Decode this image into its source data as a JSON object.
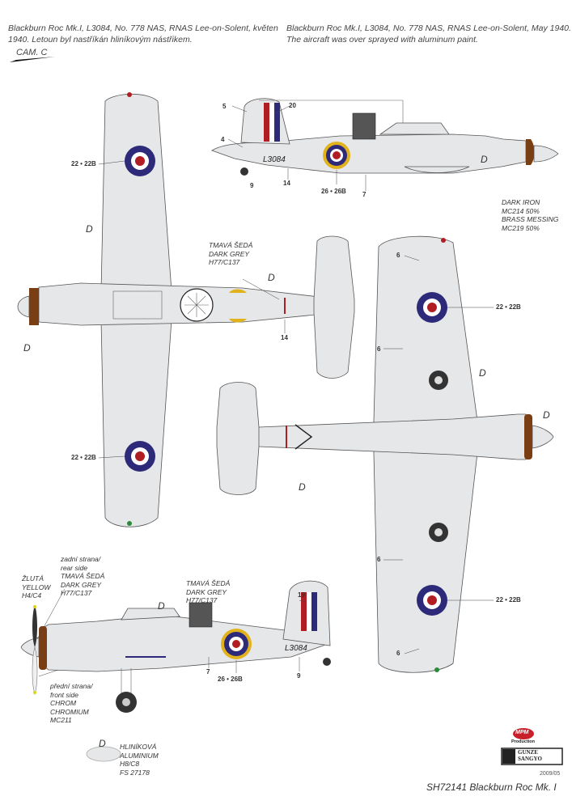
{
  "header": {
    "caption_cz": [
      "Blackburn Roc Mk.I, L3084, No. 778 NAS, RNAS Lee-on-Solent, květen",
      "1940. Letoun byl nastříkán hliníkovým nástřikem."
    ],
    "caption_en": [
      "Blackburn Roc Mk.I, L3084, No. 778 NAS, RNAS Lee-on-Solent, May 1940.",
      "The aircraft was over sprayed with aluminum paint."
    ],
    "camo_label": "CAM. C"
  },
  "side_view_top": {
    "serial": "L3084",
    "callouts": {
      "n5": "5",
      "n20": "20",
      "n4": "4",
      "n9": "9",
      "n14": "14",
      "n26": "26 • 26B",
      "n7": "7",
      "d": "D"
    },
    "spinner_note": [
      "DARK IRON",
      "MC214 50%",
      "BRASS MESSING",
      "MC219 50%"
    ]
  },
  "top_view": {
    "callouts": {
      "roundel_upper": "22 • 22B",
      "roundel_lower": "22 • 22B",
      "d_wing": "D",
      "d_fuselage": "D",
      "d_nose": "D",
      "n14": "14"
    },
    "turret_note": [
      "TMAVÁ ŠEDÁ",
      "DARK GREY",
      "H77/C137"
    ]
  },
  "bottom_view": {
    "callouts": {
      "roundel_upper": "22 • 22B",
      "roundel_lower": "22 • 22B",
      "n6a": "6",
      "n6b": "6",
      "n6c": "6",
      "n6d": "6",
      "d_center": "D",
      "d_tail": "D",
      "d_nose": "D"
    }
  },
  "side_view_bottom": {
    "serial": "L3084",
    "callouts": {
      "n19": "19",
      "n7": "7",
      "n26": "26 • 26B",
      "n9": "9",
      "d": "D"
    },
    "turret_note": [
      "TMAVÁ ŠEDÁ",
      "DARK GREY",
      "H77/C137"
    ],
    "prop_tip_note": [
      "ŽLUTÁ",
      "YELLOW",
      "H4/C4"
    ],
    "prop_rear_note": [
      "zadní strana/",
      "rear side",
      "TMAVÁ ŠEDÁ",
      "DARK GREY",
      "H77/C137"
    ],
    "prop_front_note": [
      "přední strana/",
      "front side",
      "CHROM",
      "CHROMIUM",
      "MC211"
    ]
  },
  "legend": {
    "key": "D",
    "lines": [
      "HLINÍKOVÁ",
      "ALUMINIUM",
      "H8/C8",
      "FS 27178"
    ],
    "color": "#e6e7e9"
  },
  "footer": {
    "logo_mpm": "MPM",
    "logo_mpm_sub": "Production",
    "logo_gunze": [
      "GUNZE",
      "SANGYO"
    ],
    "date": "2009/05",
    "title": "SH72141 Blackburn Roc Mk. I"
  },
  "colors": {
    "aluminium": "#e6e7e9",
    "roundel_blue": "#2e2a7a",
    "roundel_red": "#b01e23",
    "roundel_yellow": "#e2b21c",
    "cowl_brown": "#7a3e15"
  }
}
